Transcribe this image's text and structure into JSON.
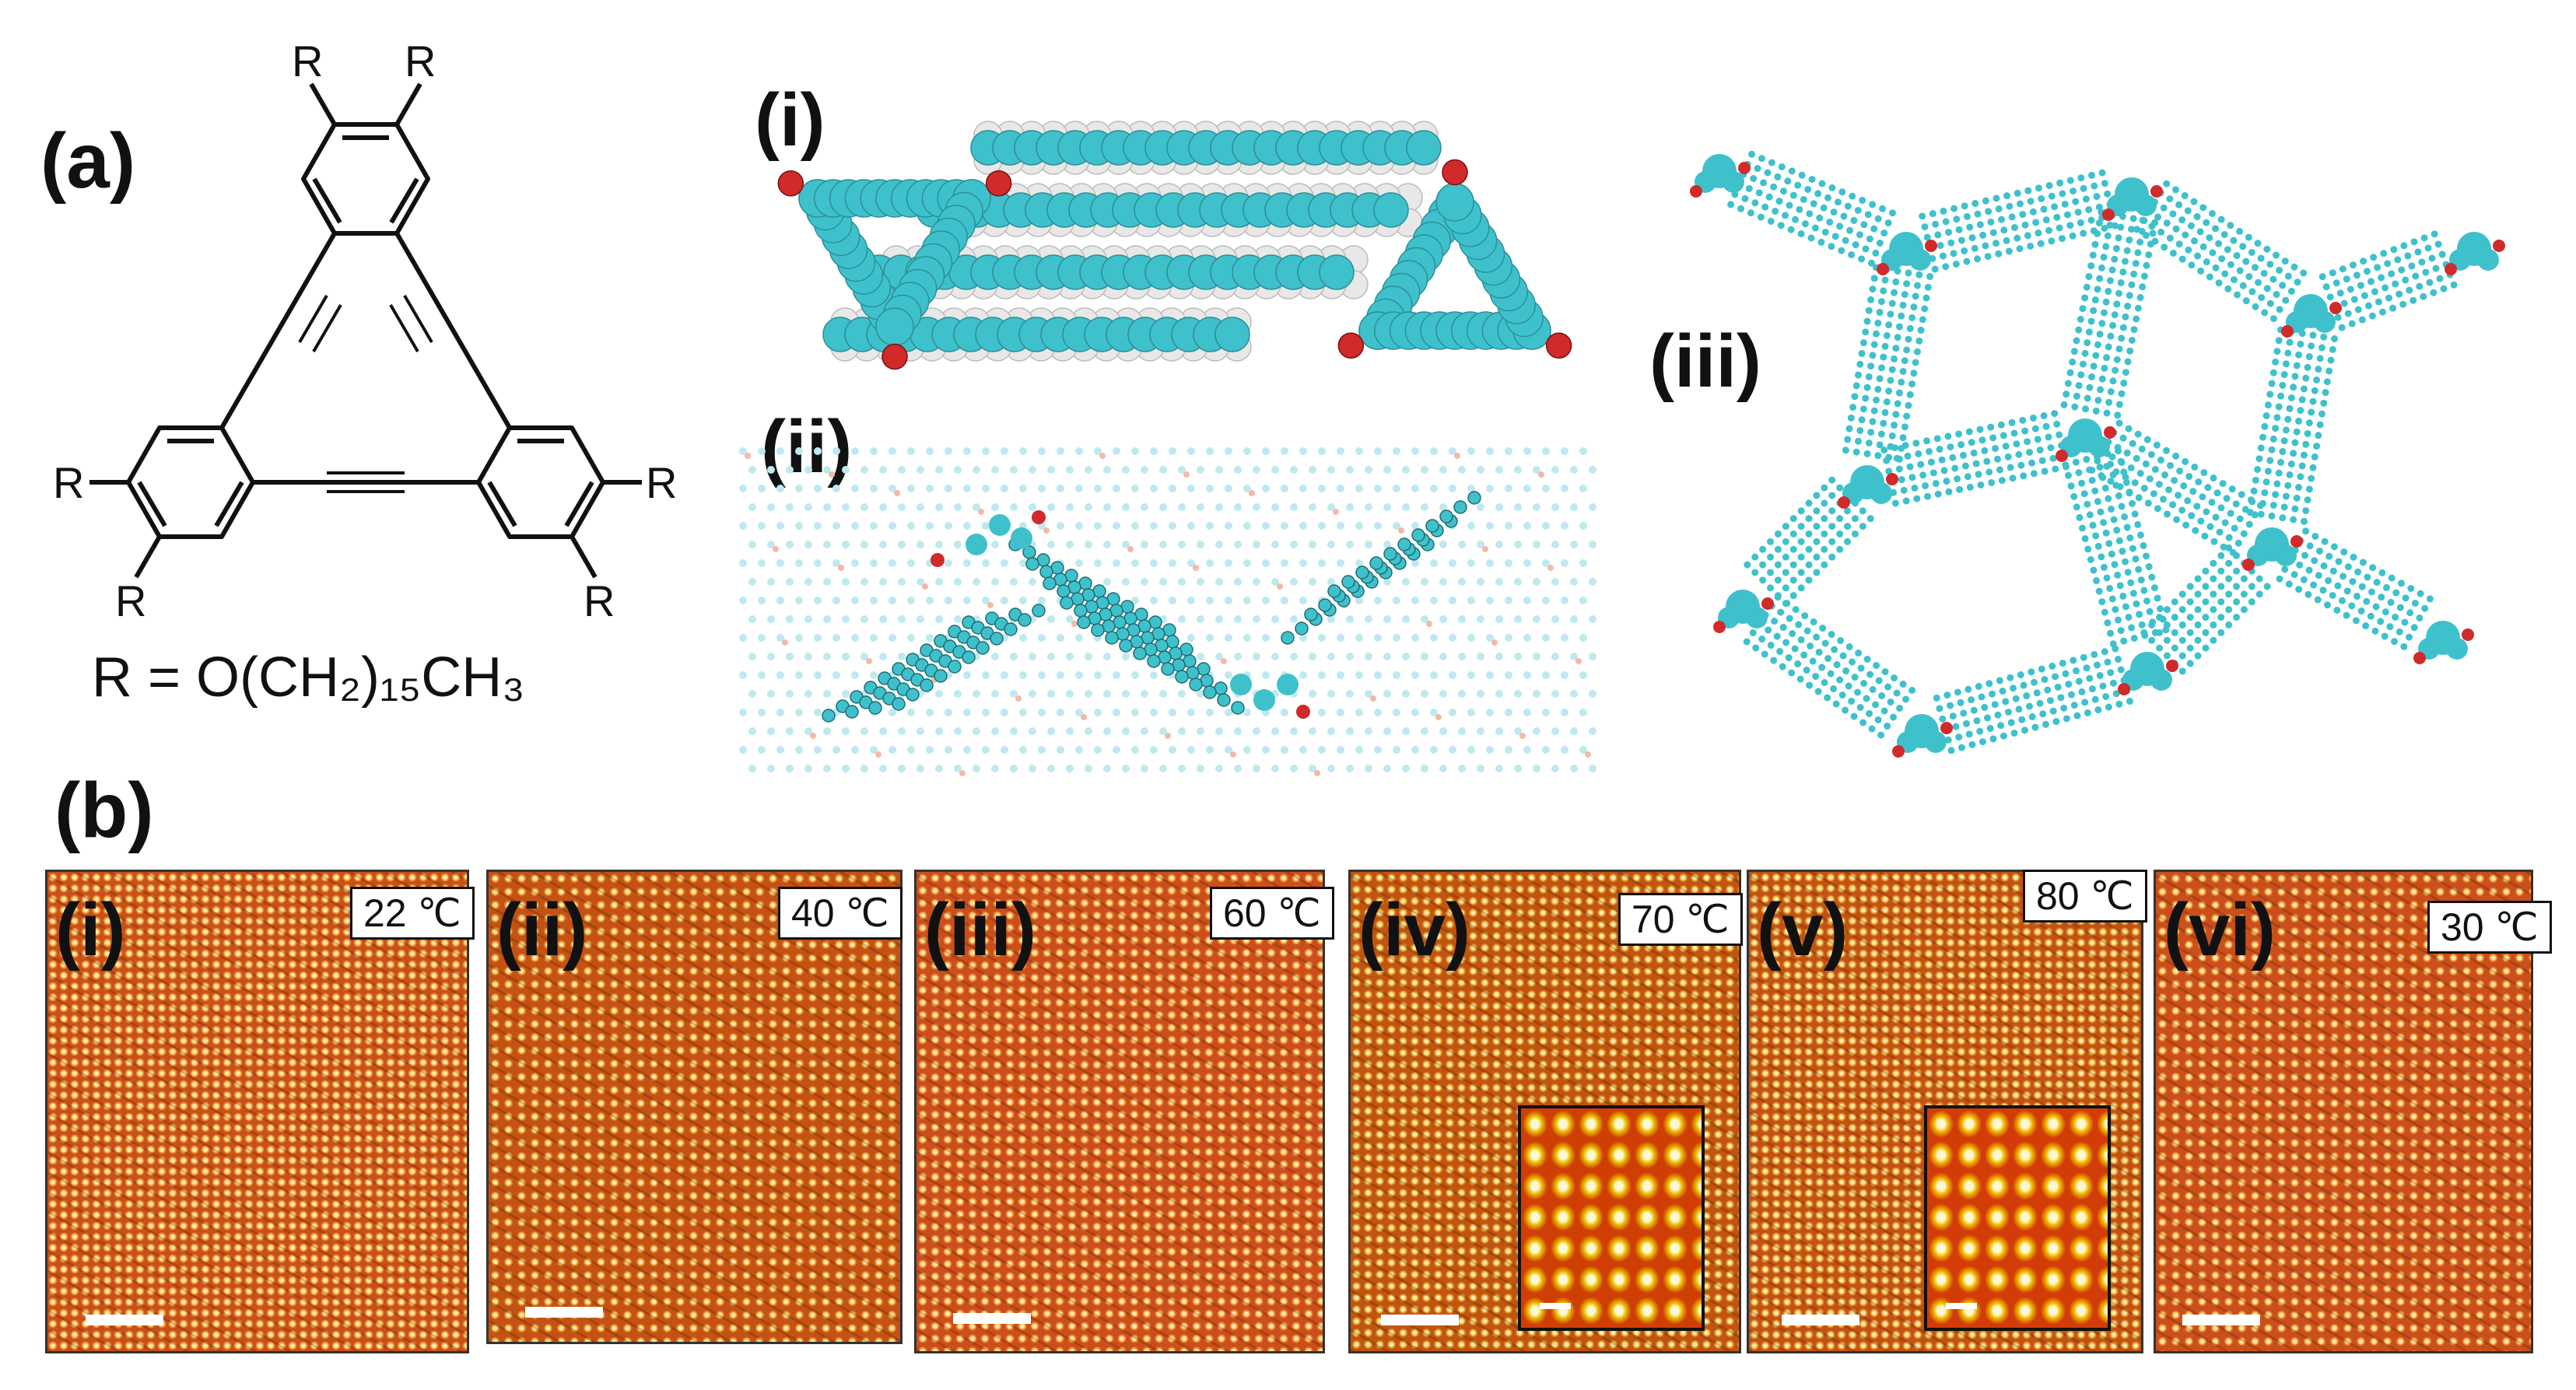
{
  "panel_a": {
    "label": "(a)",
    "r_labels": [
      "R",
      "R",
      "R",
      "R",
      "R",
      "R"
    ],
    "formula": "R = O(CH₂)₁₅CH₃"
  },
  "panel_top_right": {
    "labels": [
      "(i)",
      "(ii)",
      "(iii)"
    ]
  },
  "panel_b": {
    "label": "(b)",
    "images": [
      {
        "roman": "(i)",
        "temperature": "22 ℃"
      },
      {
        "roman": "(ii)",
        "temperature": "40 ℃"
      },
      {
        "roman": "(iii)",
        "temperature": "60 ℃"
      },
      {
        "roman": "(iv)",
        "temperature": "70 ℃"
      },
      {
        "roman": "(v)",
        "temperature": "80 ℃"
      },
      {
        "roman": "(vi)",
        "temperature": "30 ℃"
      }
    ]
  },
  "colors": {
    "carbon": "#3fc1cc",
    "hydrogen": "#e8e8e8",
    "oxygen": "#d12a2a",
    "stm_base": "#c8501a"
  }
}
